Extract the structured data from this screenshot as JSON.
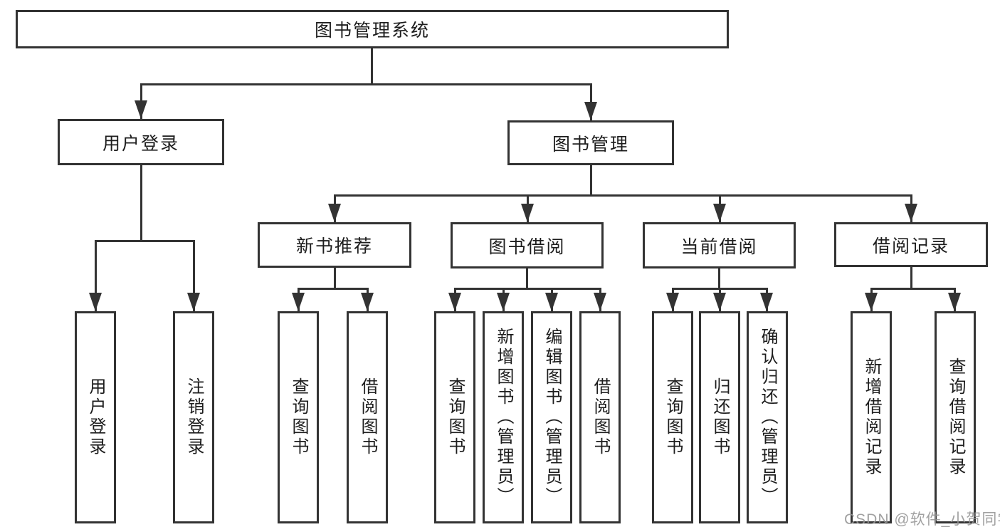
{
  "diagram": {
    "root": {
      "label": "图书管理系统"
    },
    "level2": [
      {
        "id": "user-login",
        "label": "用户登录"
      },
      {
        "id": "book-management",
        "label": "图书管理"
      }
    ],
    "level3": [
      {
        "id": "new-book-recommend",
        "label": "新书推荐"
      },
      {
        "id": "book-borrowing",
        "label": "图书借阅"
      },
      {
        "id": "current-borrowing",
        "label": "当前借阅"
      },
      {
        "id": "borrowing-records",
        "label": "借阅记录"
      }
    ],
    "leaves": [
      {
        "id": "user-login-leaf",
        "label": "用户登录"
      },
      {
        "id": "logout-leaf",
        "label": "注销登录"
      },
      {
        "id": "query-books-recommend",
        "label": "查询图书"
      },
      {
        "id": "borrow-books-recommend",
        "label": "借阅图书"
      },
      {
        "id": "query-books-borrowing",
        "label": "查询图书"
      },
      {
        "id": "add-books-admin",
        "label": "新增图书（管理员）"
      },
      {
        "id": "edit-books-admin",
        "label": "编辑图书（管理员）"
      },
      {
        "id": "borrow-books-borrowing",
        "label": "借阅图书"
      },
      {
        "id": "query-books-current",
        "label": "查询图书"
      },
      {
        "id": "return-books",
        "label": "归还图书"
      },
      {
        "id": "confirm-return-admin",
        "label": "确认归还（管理员）"
      },
      {
        "id": "add-borrowing-record",
        "label": "新增借阅记录"
      },
      {
        "id": "query-borrowing-record",
        "label": "查询借阅记录"
      }
    ]
  },
  "watermark": {
    "text": "CSDN @软件_小贺同学"
  },
  "colors": {
    "line": "#333333",
    "text": "#1d1d1d",
    "watermark": "#949494",
    "background": "#ffffff"
  }
}
